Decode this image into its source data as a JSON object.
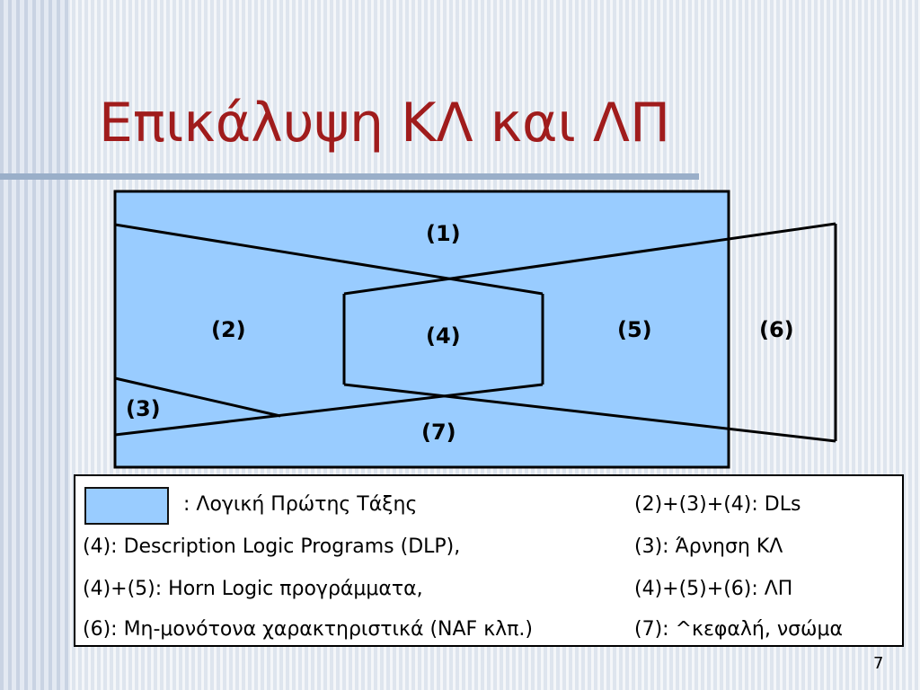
{
  "slide": {
    "title": "Επικάλυψη ΚΛ και ΛΠ",
    "page_number": "7"
  },
  "diagram": {
    "fill_color": "#99ccff",
    "region_labels": [
      "(1)",
      "(2)",
      "(3)",
      "(4)",
      "(5)",
      "(6)",
      "(7)"
    ]
  },
  "legend": {
    "swatch_label": ": Λογική Πρώτης Τάξης",
    "left_items": [
      "(4): Description Logic Programs (DLP),",
      "(4)+(5): Horn Logic προγράμματα,",
      "(6): Μη-μονότονα χαρακτηριστικά (NAF κλπ.)"
    ],
    "right_items": [
      "(2)+(3)+(4): DLs",
      "(3): Άρνηση ΚΛ",
      "(4)+(5)+(6): ΛΠ",
      "(7): ^κεφαλή, νσώμα"
    ]
  },
  "colors": {
    "title": "#a01c1c",
    "title_rule": "#9aafc9",
    "fol_fill": "#99ccff"
  }
}
